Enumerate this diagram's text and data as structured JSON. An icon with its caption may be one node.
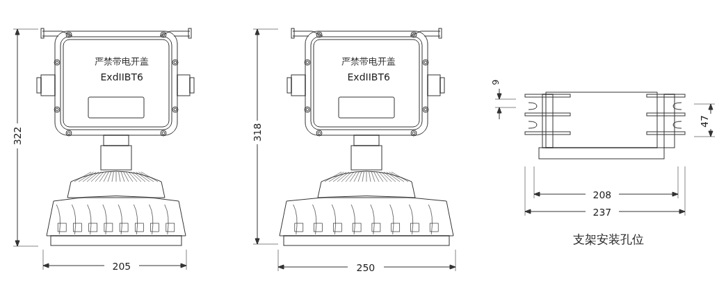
{
  "diagram": {
    "labels": [
      "严禁带电开盖",
      "ExdIIBT6",
      "322",
      "205",
      "严禁带电开盖",
      "ExdIIBT6",
      "318",
      "250",
      "9",
      "47",
      "208",
      "237",
      "支架安装孔位"
    ]
  }
}
